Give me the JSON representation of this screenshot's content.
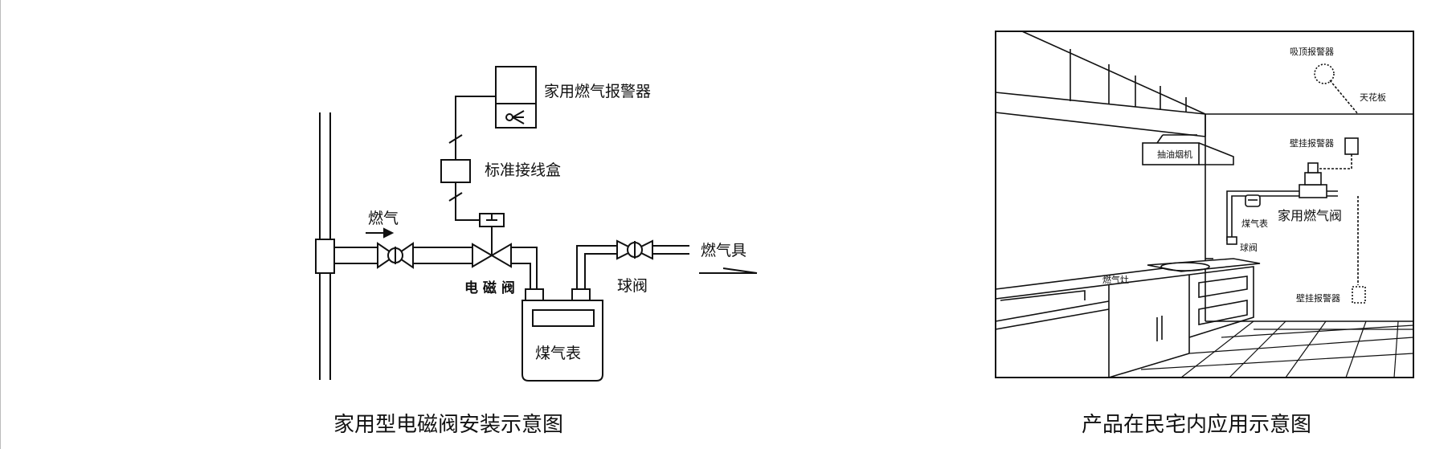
{
  "left_diagram": {
    "caption": "家用型电磁阀安装示意图",
    "labels": {
      "alarm": "家用燃气报警器",
      "junction_box": "标准接线盒",
      "gas_in": "燃气",
      "solenoid_valve": "电 磁 阀",
      "ball_valve": "球阀",
      "appliance": "燃气具",
      "meter": "煤气表"
    }
  },
  "right_diagram": {
    "caption": "产品在民宅内应用示意图",
    "labels": {
      "ceiling_alarm": "吸顶报警器",
      "ceiling": "天花板",
      "range_hood": "抽油烟机",
      "wall_alarm_top": "壁挂报警器",
      "gas_meter": "煤气表",
      "home_gas_valve": "家用燃气阀",
      "ball_valve": "球阀",
      "gas_stove": "燃气灶",
      "wall_alarm_bottom": "壁挂报警器"
    }
  }
}
